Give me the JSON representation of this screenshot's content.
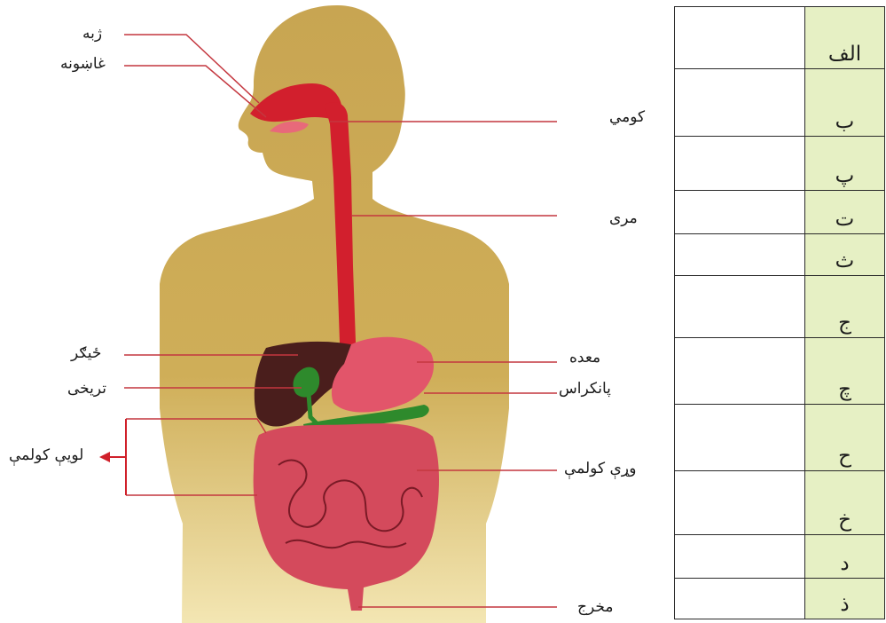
{
  "labels": {
    "zhaba": "ژبه",
    "ghashoone": "غاښونه",
    "kumi": "کومي",
    "meri": "مری",
    "khiagar": "ځیګر",
    "tarikhi": "تریخی",
    "maida": "معده",
    "pancreas": "پانکراس",
    "large_intestine": "لویې کولمې",
    "small_intestine": "وړې کولمې",
    "anus": "مخرج"
  },
  "table": {
    "rows": [
      {
        "letter": "الف"
      },
      {
        "letter": "ب"
      },
      {
        "letter": "پ"
      },
      {
        "letter": "ت"
      },
      {
        "letter": "ث"
      },
      {
        "letter": "ج"
      },
      {
        "letter": "چ"
      },
      {
        "letter": "ح"
      },
      {
        "letter": "خ"
      },
      {
        "letter": "د"
      },
      {
        "letter": "ذ"
      }
    ]
  },
  "colors": {
    "body": "#c9a54c",
    "tract": "#d21f2d",
    "stomach": "#e2556a",
    "liver": "#4a1e1c",
    "gallbladder_pancreas": "#2e8a2c",
    "intestine": "#d44a5c",
    "leader_line": "#c4373f",
    "table_cell": "#e6f0c4"
  }
}
